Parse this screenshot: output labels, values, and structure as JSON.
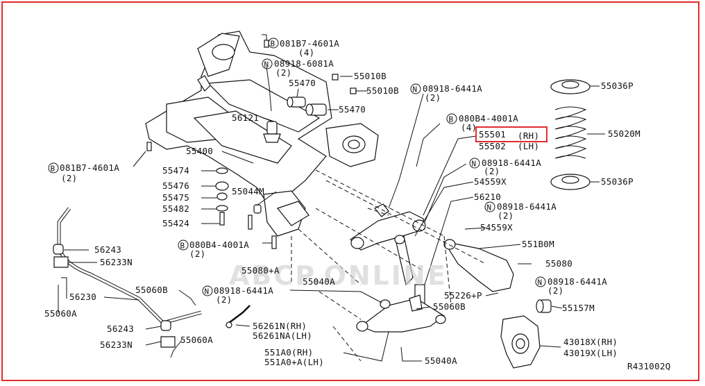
{
  "diagram_id": "R431002Q",
  "watermark": "ABCP.ONLINE",
  "highlight_color": "#e32b2b",
  "labels": {
    "l01a": "081B7-4601A",
    "l01b": "(4)",
    "l02a": "08918-6081A",
    "l02b": "(2)",
    "l03": "55010B",
    "l04": "55470",
    "l05": "55010B",
    "l06a": "08918-6441A",
    "l06b": "(2)",
    "l07": "55036P",
    "l08": "55470",
    "l09": "56121",
    "l10a": "080B4-4001A",
    "l10b": "(4)",
    "l11a": "55501",
    "l11b": "(RH)",
    "l12a": "55502",
    "l12b": "(LH)",
    "l13": "55020M",
    "l14": "55400",
    "l15a": "081B7-4601A",
    "l15b": "(2)",
    "l16a": "08918-6441A",
    "l16b": "(2)",
    "l17": "55474",
    "l18": "55476",
    "l19": "55044M",
    "l20": "54559X",
    "l21": "55036P",
    "l22": "55475",
    "l23": "56210",
    "l24": "55482",
    "l25a": "08918-6441A",
    "l25b": "(2)",
    "l26": "55424",
    "l27": "54559X",
    "l28a": "080B4-4001A",
    "l28b": "(2)",
    "l29": "551B0M",
    "l30": "56243",
    "l31": "56233N",
    "l32": "55080",
    "l33": "55080+A",
    "l34": "55040A",
    "l35a": "08918-6441A",
    "l35b": "(2)",
    "l36": "55060B",
    "l37": "55060A",
    "l38": "56230",
    "l39": "55226+P",
    "l40": "55157M",
    "l41a": "08918-6441A",
    "l41b": "(2)",
    "l42": "55060B",
    "l43": "56243",
    "l44a": "56261N(RH)",
    "l44b": "56261NA(LH)",
    "l45": "56233N",
    "l46": "55060A",
    "l47a": "551A0(RH)",
    "l47b": "551A0+A(LH)",
    "l48": "55040A",
    "l49a": "43018X(RH)",
    "l49b": "43019X(LH)"
  }
}
